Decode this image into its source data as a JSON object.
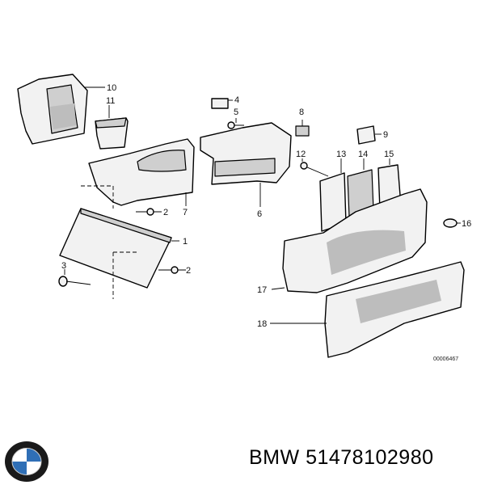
{
  "diagram": {
    "callouts": [
      "1",
      "2",
      "2",
      "3",
      "4",
      "5",
      "6",
      "7",
      "8",
      "9",
      "10",
      "11",
      "12",
      "13",
      "14",
      "15",
      "16",
      "17",
      "18"
    ],
    "drawing_code": "00006467"
  },
  "footer": {
    "brand": "BMW",
    "part_number": "51478102980",
    "logo_icon": "bmw-roundel-icon"
  },
  "colors": {
    "logo_blue": "#2f6fb6",
    "logo_ring": "#1a1a1a"
  }
}
